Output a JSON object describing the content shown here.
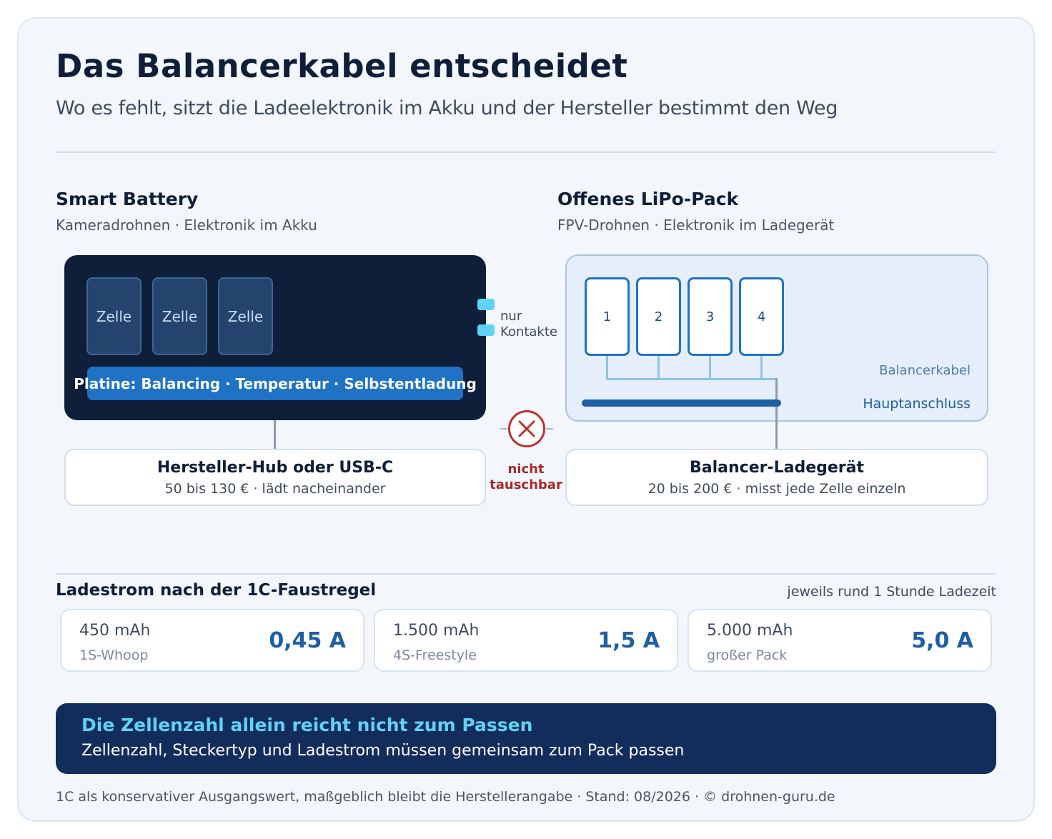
{
  "header": {
    "title": "Das Balancerkabel entscheidet",
    "subtitle": "Wo es fehlt, sitzt die Ladeelektronik im Akku und der Hersteller bestimmt den Weg"
  },
  "smart": {
    "title": "Smart Battery",
    "subtitle": "Kameradrohnen · Elektronik im Akku",
    "cells": [
      "Zelle",
      "Zelle",
      "Zelle"
    ],
    "board": "Platine: Balancing · Temperatur · Selbstentladung",
    "contacts_label_1": "nur",
    "contacts_label_2": "Kontakte",
    "charger_title": "Hersteller-Hub oder USB-C",
    "charger_sub": "50 bis 130 € · lädt nacheinander"
  },
  "lipo": {
    "title": "Offenes LiPo-Pack",
    "subtitle": "FPV-Drohnen · Elektronik im Ladegerät",
    "cells": [
      "1",
      "2",
      "3",
      "4"
    ],
    "balance_label": "Balancerkabel",
    "main_label": "Hauptanschluss",
    "charger_title": "Balancer-Ladegerät",
    "charger_sub": "20 bis 200 € · misst jede Zelle einzeln"
  },
  "swap": {
    "label_1": "nicht",
    "label_2": "tauschbar",
    "color": "#c0302f"
  },
  "ladestrom": {
    "title": "Ladestrom nach der 1C-Faustregel",
    "note": "jeweils rund 1 Stunde Ladezeit",
    "tiles": [
      {
        "capacity": "450 mAh",
        "use": "1S-Whoop",
        "current": "0,45 A"
      },
      {
        "capacity": "1.500 mAh",
        "use": "4S-Freestyle",
        "current": "1,5 A"
      },
      {
        "capacity": "5.000 mAh",
        "use": "großer Pack",
        "current": "5,0 A"
      }
    ]
  },
  "banner": {
    "title": "Die Zellenzahl allein reicht nicht zum Passen",
    "text": "Zellenzahl, Steckertyp und Ladestrom müssen gemeinsam zum Pack passen"
  },
  "footer": "1C als konservativer Ausgangswert, maßgeblich bleibt die Herstellerangabe · Stand: 08/2026 · © drohnen-guru.de",
  "colors": {
    "navy": "#0f1f3a",
    "accent_blue": "#1f72c4",
    "cyan": "#5ed3f6",
    "warning_red": "#c0302f"
  }
}
